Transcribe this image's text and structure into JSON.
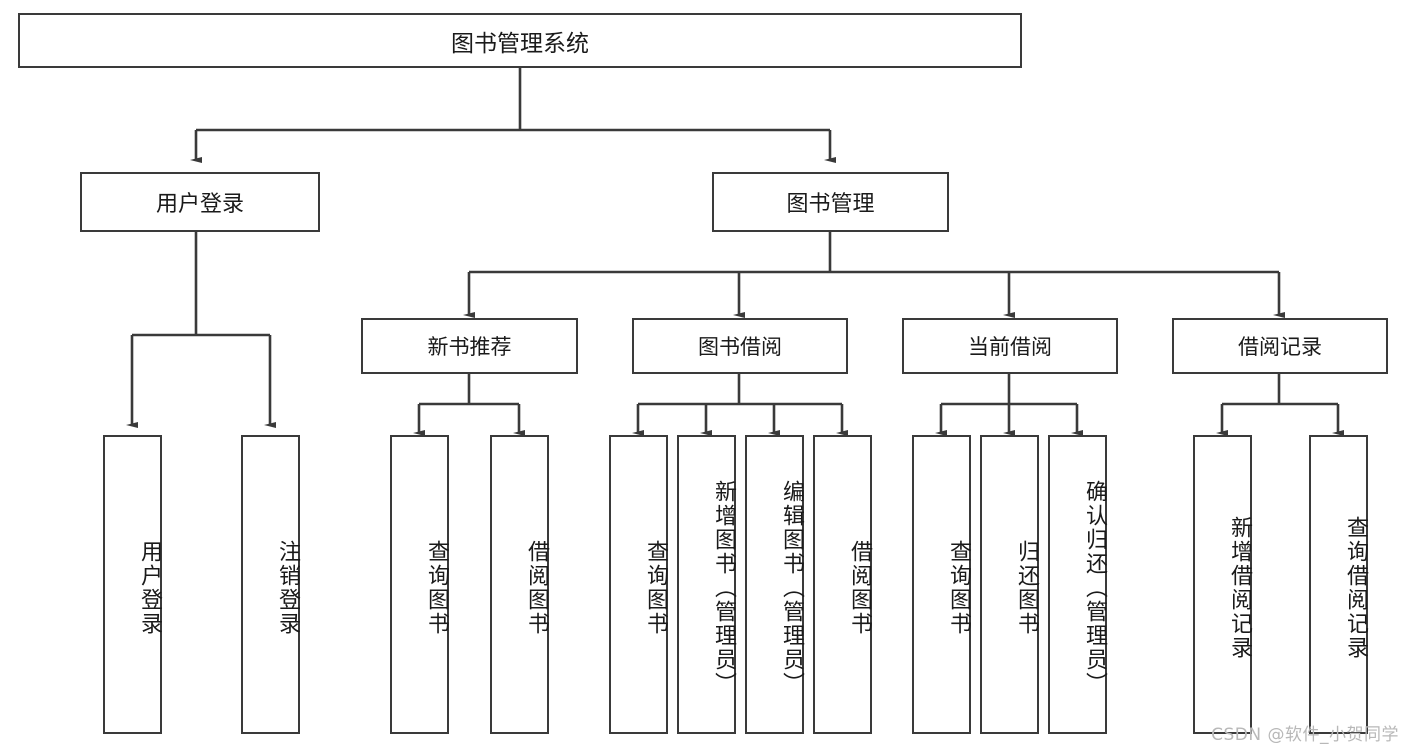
{
  "diagram": {
    "title": "图书管理系统",
    "type": "hierarchy-tree",
    "root": {
      "label": "图书管理系统"
    },
    "level1": [
      {
        "label": "用户登录"
      },
      {
        "label": "图书管理"
      }
    ],
    "level2": [
      {
        "label": "新书推荐"
      },
      {
        "label": "图书借阅"
      },
      {
        "label": "当前借阅"
      },
      {
        "label": "借阅记录"
      }
    ],
    "leaves_user_login": [
      {
        "label": "用户登录"
      },
      {
        "label": "注销登录"
      }
    ],
    "leaves_new_book": [
      {
        "label": "查询图书"
      },
      {
        "label": "借阅图书"
      }
    ],
    "leaves_borrow": [
      {
        "label": "查询图书"
      },
      {
        "label": "新增图书（管理员）"
      },
      {
        "label": "编辑图书（管理员）"
      },
      {
        "label": "借阅图书"
      }
    ],
    "leaves_current": [
      {
        "label": "查询图书"
      },
      {
        "label": "归还图书"
      },
      {
        "label": "确认归还（管理员）"
      }
    ],
    "leaves_record": [
      {
        "label": "新增借阅记录"
      },
      {
        "label": "查询借阅记录"
      }
    ],
    "watermark": "CSDN @软件_小贺同学",
    "colors": {
      "stroke": "#3a3a3a",
      "background": "#ffffff",
      "text": "#1a1a1a",
      "watermark": "#b8b8b8"
    }
  }
}
